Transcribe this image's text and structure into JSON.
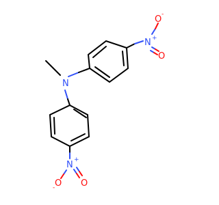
{
  "molecule": {
    "colors": {
      "bond": "#000000",
      "nitrogen": "#3050F8",
      "oxygen": "#FF0D0D"
    },
    "atoms": {
      "central_n": "N",
      "nitro_n_top": "N",
      "nitro_n_top_charge": "+",
      "nitro_o_top_single": "O",
      "nitro_o_top_single_charge": "-",
      "nitro_o_top_double": "O",
      "nitro_n_bottom": "N",
      "nitro_n_bottom_charge": "+",
      "nitro_o_bottom_single": "O",
      "nitro_o_bottom_single_charge": "-",
      "nitro_o_bottom_double": "O"
    }
  }
}
